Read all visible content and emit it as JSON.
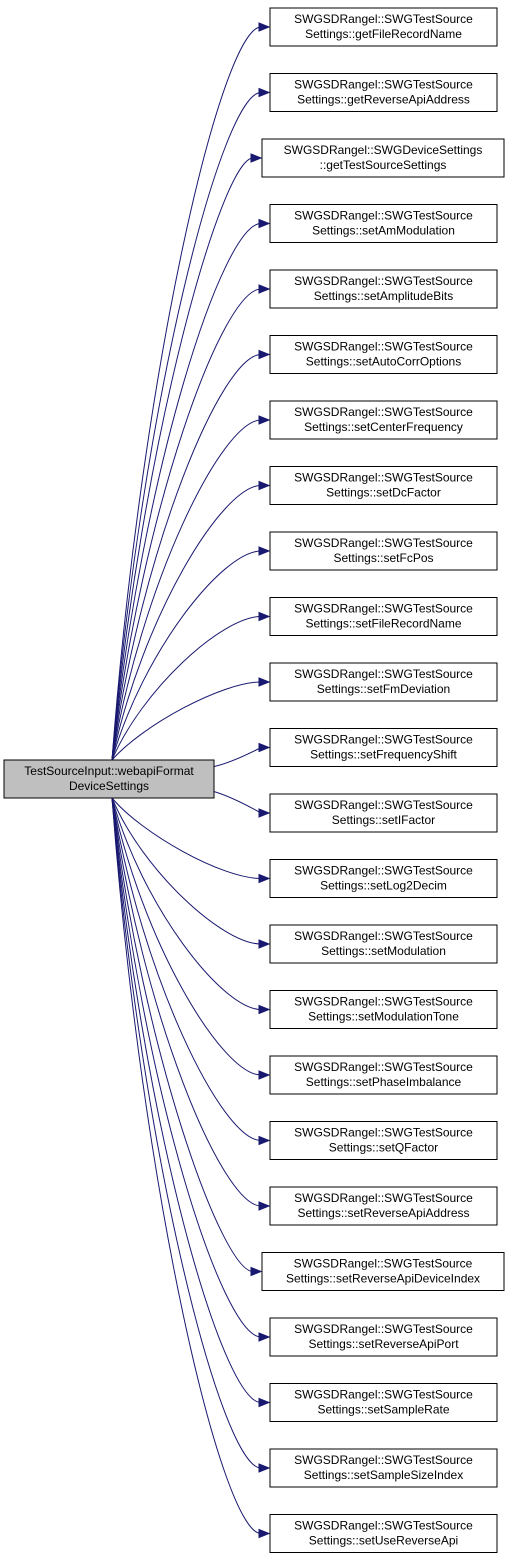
{
  "source": {
    "line1": "TestSourceInput::webapiFormat",
    "line2": "DeviceSettings",
    "fill": "#bfbfbf"
  },
  "targets": [
    {
      "line1": "SWGSDRangel::SWGTestSource",
      "line2": "Settings::getFileRecordName"
    },
    {
      "line1": "SWGSDRangel::SWGTestSource",
      "line2": "Settings::getReverseApiAddress"
    },
    {
      "line1": "SWGSDRangel::SWGDeviceSettings",
      "line2": "::getTestSourceSettings"
    },
    {
      "line1": "SWGSDRangel::SWGTestSource",
      "line2": "Settings::setAmModulation"
    },
    {
      "line1": "SWGSDRangel::SWGTestSource",
      "line2": "Settings::setAmplitudeBits"
    },
    {
      "line1": "SWGSDRangel::SWGTestSource",
      "line2": "Settings::setAutoCorrOptions"
    },
    {
      "line1": "SWGSDRangel::SWGTestSource",
      "line2": "Settings::setCenterFrequency"
    },
    {
      "line1": "SWGSDRangel::SWGTestSource",
      "line2": "Settings::setDcFactor"
    },
    {
      "line1": "SWGSDRangel::SWGTestSource",
      "line2": "Settings::setFcPos"
    },
    {
      "line1": "SWGSDRangel::SWGTestSource",
      "line2": "Settings::setFileRecordName"
    },
    {
      "line1": "SWGSDRangel::SWGTestSource",
      "line2": "Settings::setFmDeviation"
    },
    {
      "line1": "SWGSDRangel::SWGTestSource",
      "line2": "Settings::setFrequencyShift"
    },
    {
      "line1": "SWGSDRangel::SWGTestSource",
      "line2": "Settings::setIFactor"
    },
    {
      "line1": "SWGSDRangel::SWGTestSource",
      "line2": "Settings::setLog2Decim"
    },
    {
      "line1": "SWGSDRangel::SWGTestSource",
      "line2": "Settings::setModulation"
    },
    {
      "line1": "SWGSDRangel::SWGTestSource",
      "line2": "Settings::setModulationTone"
    },
    {
      "line1": "SWGSDRangel::SWGTestSource",
      "line2": "Settings::setPhaseImbalance"
    },
    {
      "line1": "SWGSDRangel::SWGTestSource",
      "line2": "Settings::setQFactor"
    },
    {
      "line1": "SWGSDRangel::SWGTestSource",
      "line2": "Settings::setReverseApiAddress"
    },
    {
      "line1": "SWGSDRangel::SWGTestSource",
      "line2": "Settings::setReverseApiDeviceIndex"
    },
    {
      "line1": "SWGSDRangel::SWGTestSource",
      "line2": "Settings::setReverseApiPort"
    },
    {
      "line1": "SWGSDRangel::SWGTestSource",
      "line2": "Settings::setSampleRate"
    },
    {
      "line1": "SWGSDRangel::SWGTestSource",
      "line2": "Settings::setSampleSizeIndex"
    },
    {
      "line1": "SWGSDRangel::SWGTestSource",
      "line2": "Settings::setUseReverseApi"
    }
  ],
  "colors": {
    "edge": "#191970",
    "node_border": "#000000",
    "node_fill": "#ffffff"
  }
}
